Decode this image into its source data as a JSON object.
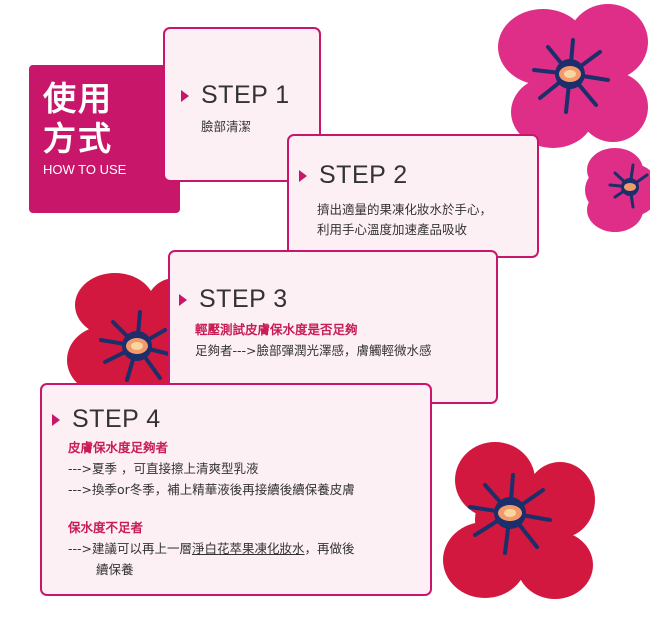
{
  "header": {
    "title_zh_line1": "使用",
    "title_zh_line2": "方式",
    "title_en": "HOW TO USE"
  },
  "colors": {
    "accent": "#c8176a",
    "card_bg": "#fdf0f5",
    "highlight_text": "#c81e55"
  },
  "steps": [
    {
      "title": "STEP 1",
      "lines": [
        "臉部清潔"
      ]
    },
    {
      "title": "STEP 2",
      "lines": [
        "擠出適量的果凍化妝水於手心，",
        "利用手心溫度加速產品吸收"
      ]
    },
    {
      "title": "STEP 3",
      "heading": "輕壓測試皮膚保水度是否足夠",
      "lines": [
        "足夠者--->臉部彈潤光澤感，膚觸輕微水感"
      ]
    },
    {
      "title": "STEP 4",
      "sufficient": {
        "heading": "皮膚保水度足夠者",
        "line1": "--->夏季 ，可直接擦上清爽型乳液",
        "line2": "--->換季or冬季，補上精華液後再接續後續保養皮膚"
      },
      "insufficient": {
        "heading": "保水度不足者",
        "line1_prefix": "--->建議可以再上一層",
        "line1_link": "淨白花萃果凍化妝水",
        "line1_suffix": "，再做後",
        "line2": "續保養"
      }
    }
  ],
  "icons": [
    "flower-decoration",
    "triangle-bullet-icon"
  ]
}
